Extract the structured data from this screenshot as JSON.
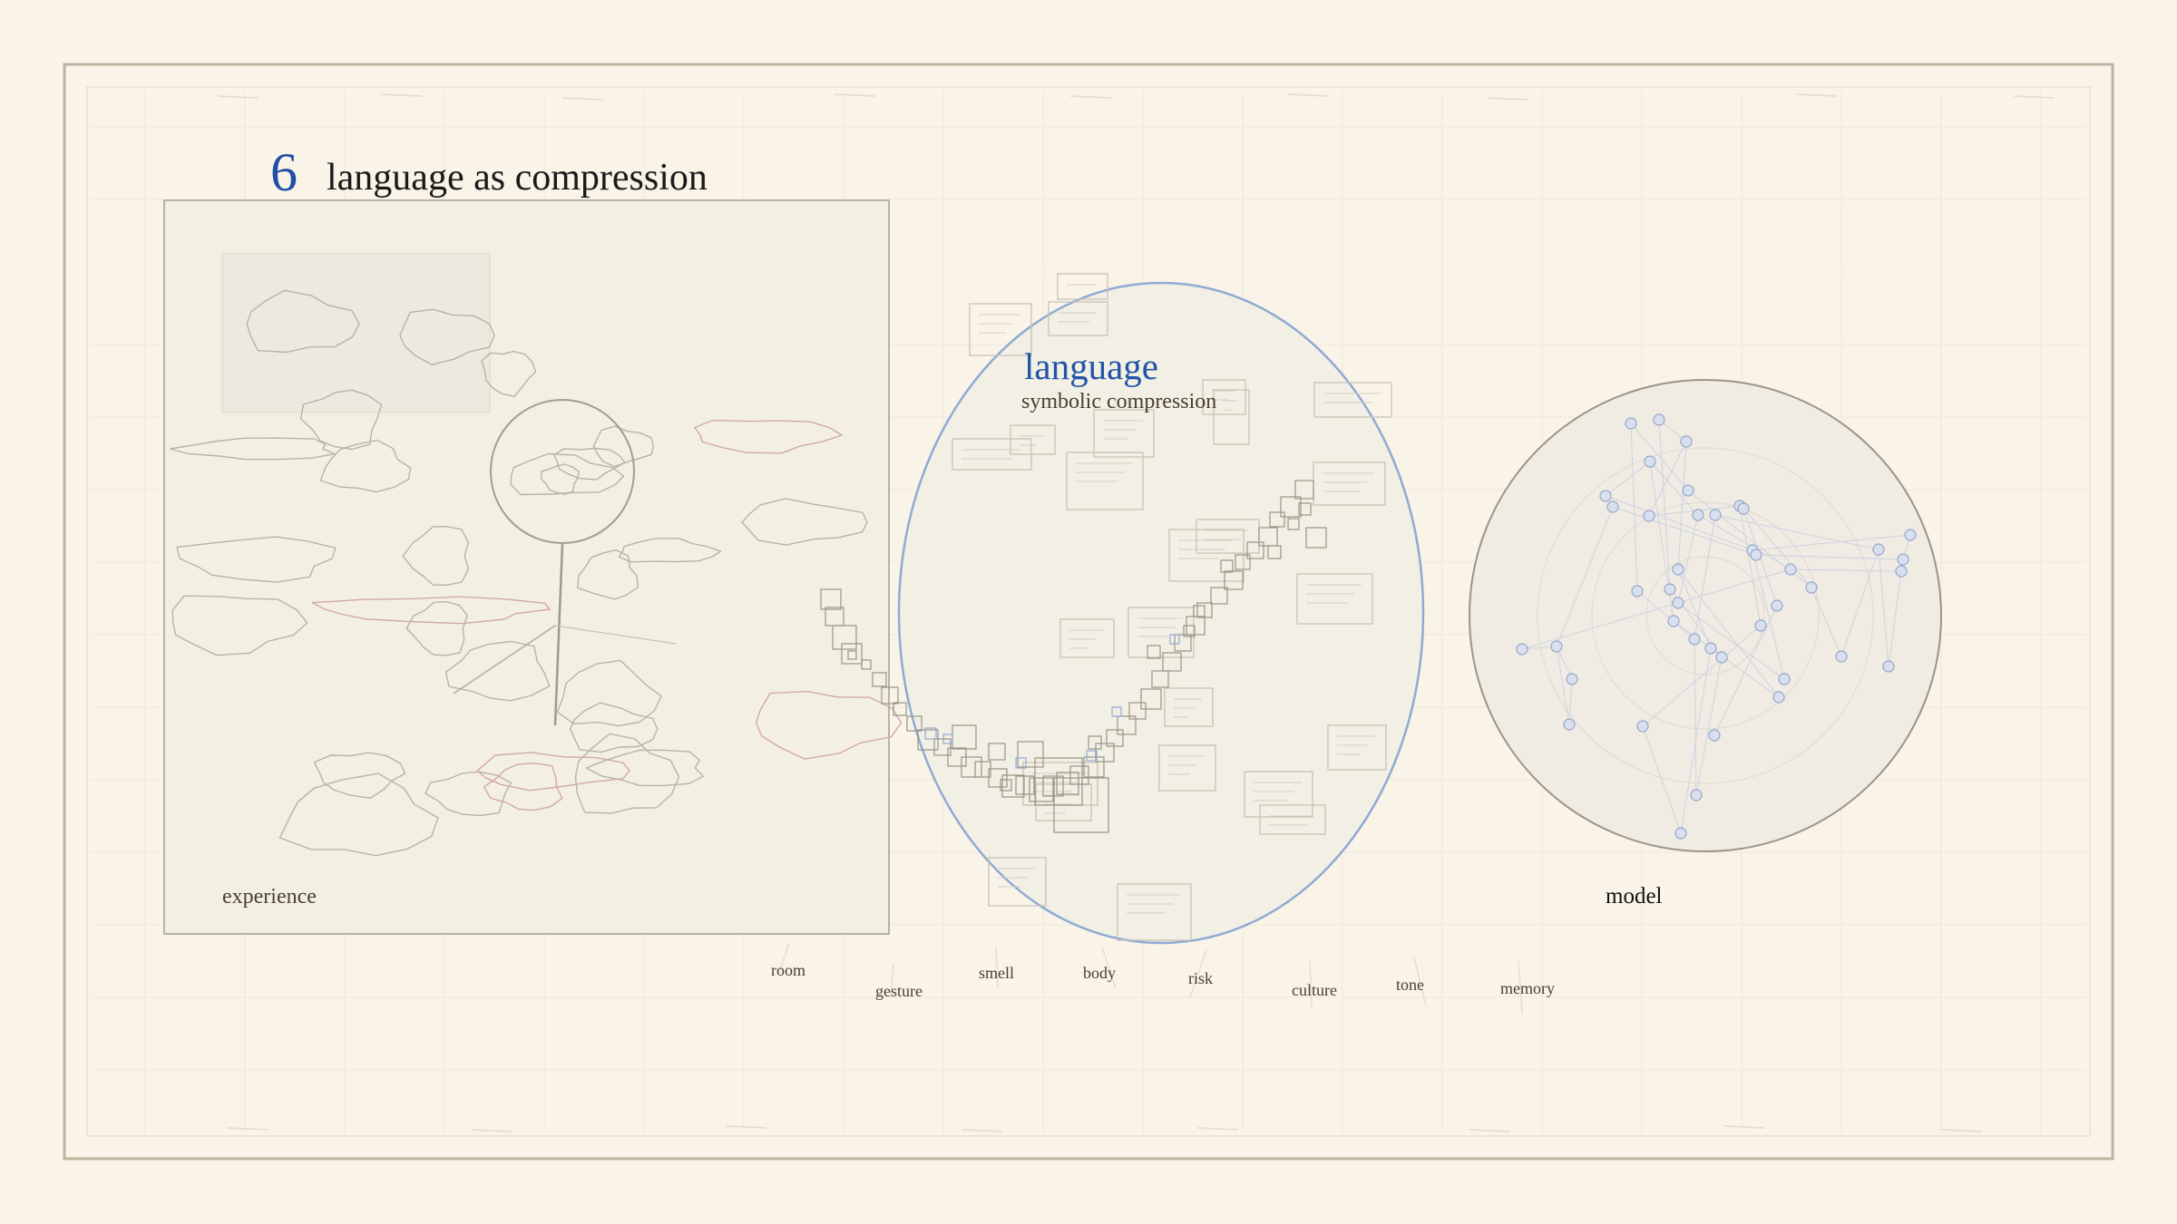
{
  "slide": {
    "number": "6",
    "title": "language as compression"
  },
  "panels": {
    "experience": {
      "label": "experience"
    },
    "language": {
      "label": "language",
      "sublabel": "symbolic compression"
    },
    "model": {
      "label": "model"
    }
  },
  "footer_words": [
    "room",
    "gesture",
    "smell",
    "body",
    "risk",
    "culture",
    "tone",
    "memory"
  ],
  "colors": {
    "background": "#f9f3e8",
    "accent_blue": "#1f4fa8",
    "frame": "#bfb39f",
    "ellipse_stroke": "#8faad3",
    "node_fill": "#d8e0ef"
  }
}
